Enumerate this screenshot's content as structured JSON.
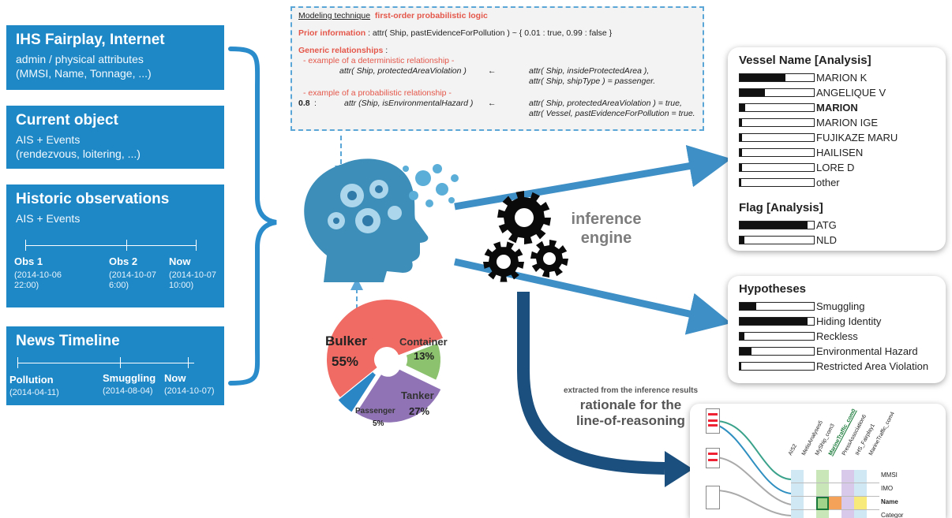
{
  "sources": {
    "ihs": {
      "title": "IHS Fairplay, Internet",
      "line1": "admin / physical attributes",
      "line2": "(MMSI, Name, Tonnage, ...)"
    },
    "current": {
      "title": "Current object",
      "line1": "AIS + Events",
      "line2": "(rendezvous, loitering, ...)"
    },
    "historic": {
      "title": "Historic observations",
      "line1": "AIS + Events",
      "timeline": [
        {
          "label": "Obs 1",
          "date1": "(2014-10-06",
          "date2": "22:00)"
        },
        {
          "label": "Obs 2",
          "date1": "(2014-10-07",
          "date2": "6:00)"
        },
        {
          "label": "Now",
          "date1": "(2014-10-07",
          "date2": "10:00)"
        }
      ]
    },
    "news": {
      "title": "News Timeline",
      "timeline": [
        {
          "label": "Pollution",
          "date": "(2014-04-11)"
        },
        {
          "label": "Smuggling",
          "date": "(2014-08-04)"
        },
        {
          "label": "Now",
          "date": "(2014-10-07)"
        }
      ]
    }
  },
  "modeling": {
    "technique_label": "Modeling technique",
    "technique_value": "first-order probabilistic logic",
    "prior_label": "Prior information",
    "prior_text": ": attr( Ship, pastEvidenceForPollution ) ~ { 0.01 : true, 0.99 : false }",
    "generic_label": "Generic relationships",
    "generic_colon": ":",
    "det_example": "- example of a deterministic relationship -",
    "det_head": "attr( Ship, protectedAreaViolation )",
    "arrow": "←",
    "det_body1": "attr( Ship, insideProtectedArea ),",
    "det_body2": "attr( Ship, shipType ) = passenger.",
    "prob_example": "- example of a probabilistic relationship -",
    "prob_weight": "0.8",
    "prob_colon": ":",
    "prob_head": "attr (Ship, isEnvironmentalHazard )",
    "prob_body1": "attr( Ship, protectedAreaViolation ) = true,",
    "prob_body2": "attr( Vessel, pastEvidenceForPollution = true."
  },
  "engine": {
    "line1": "inference",
    "line2": "engine"
  },
  "rationale": {
    "small": "extracted from the inference results",
    "line1": "rationale for the",
    "line2": "line-of-reasoning"
  },
  "chart_data": {
    "type": "pie",
    "slices": [
      {
        "label": "Bulker",
        "value": 55,
        "value_label": "55%",
        "color": "#ef6b63"
      },
      {
        "label": "Container",
        "value": 13,
        "value_label": "13%",
        "color": "#8cc16d"
      },
      {
        "label": "Tanker",
        "value": 27,
        "value_label": "27%",
        "color": "#8f73b4"
      },
      {
        "label": "Passenger",
        "value": 5,
        "value_label": "5%",
        "color": "#2b86c6"
      }
    ]
  },
  "vessel_panel": {
    "title": "Vessel Name [Analysis]",
    "items": [
      {
        "name": "MARION K",
        "value": 0.62
      },
      {
        "name": "ANGELIQUE V",
        "value": 0.34
      },
      {
        "name": "MARION",
        "value": 0.07
      },
      {
        "name": "MARION IGE",
        "value": 0.03
      },
      {
        "name": "FUJIKAZE MARU",
        "value": 0.03
      },
      {
        "name": "HAILISEN",
        "value": 0.03
      },
      {
        "name": "LORE D",
        "value": 0.03
      },
      {
        "name": "other",
        "value": 0.02
      }
    ],
    "flag_title": "Flag [Analysis]",
    "flags": [
      {
        "name": "ATG",
        "value": 0.92
      },
      {
        "name": "NLD",
        "value": 0.06
      }
    ]
  },
  "hypotheses": {
    "title": "Hypotheses",
    "items": [
      {
        "name": "Smuggling",
        "value": 0.22
      },
      {
        "name": "Hiding Identity",
        "value": 0.92
      },
      {
        "name": "Reckless",
        "value": 0.06
      },
      {
        "name": "Environmental Hazard",
        "value": 0.16
      },
      {
        "name": "Restricted Area Violation",
        "value": 0.02
      }
    ]
  },
  "table_preview": {
    "columns": [
      "AIS2",
      "MetisAnalyses5",
      "MyShip_com3",
      "MarineTraffic_com0",
      "PressAssociation6",
      "IHS_Fairplay1",
      "MarineTraffic_com4"
    ],
    "rows": [
      "MMSI",
      "IMO",
      "Name",
      "Categor"
    ]
  }
}
